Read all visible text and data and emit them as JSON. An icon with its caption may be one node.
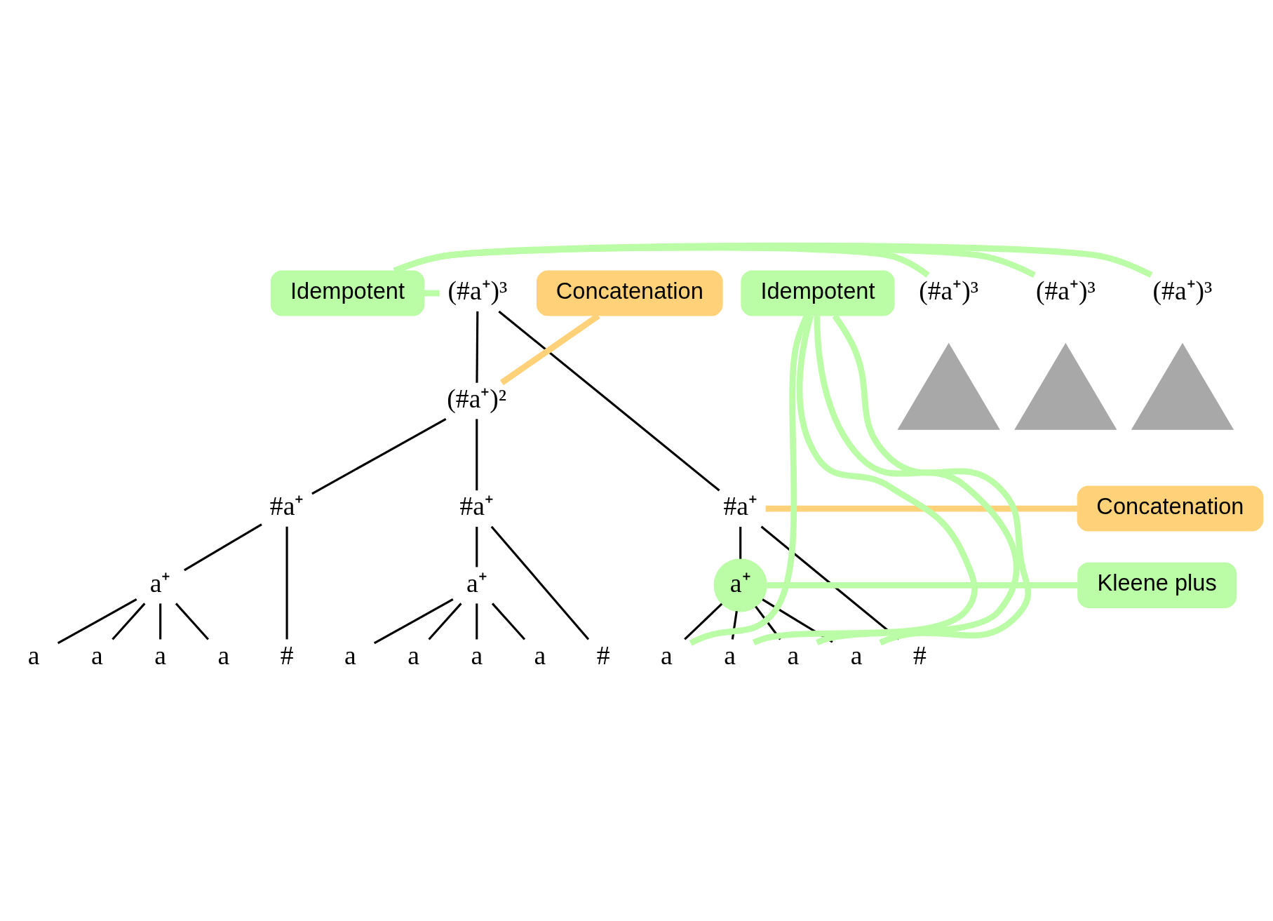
{
  "diagram": {
    "nodes": [
      {
        "text": [
          "Idempotent"
        ]
      },
      {
        "text": [
          "(#a⁺)³"
        ]
      },
      {
        "text": [
          "(#a⁺)³"
        ]
      },
      {
        "text": [
          "(#a⁺)³"
        ]
      },
      {
        "text": [
          "(#a⁺)³"
        ]
      },
      {
        "text": [
          "Concatenation"
        ]
      },
      {
        "text": [
          "(#a⁺)²"
        ]
      },
      {
        "text": [],
        "shape": "triangle"
      },
      {
        "text": [],
        "shape": "triangle"
      },
      {
        "text": [],
        "shape": "triangle"
      },
      {
        "text": [
          "Concatenation"
        ]
      },
      {
        "text": [
          "#a⁺"
        ]
      },
      {
        "text": [
          "#a⁺"
        ]
      },
      {
        "text": [
          "#a⁺"
        ]
      },
      {
        "text": [
          "Kleene plus"
        ]
      },
      {
        "text": [
          "a⁺"
        ]
      },
      {
        "text": [
          "a⁺"
        ]
      },
      {
        "text": [
          "a⁺"
        ]
      },
      {
        "text": [
          "Idempotent"
        ]
      },
      {
        "text": [
          "#"
        ]
      },
      {
        "text": [
          "a"
        ]
      },
      {
        "text": [
          "a"
        ]
      },
      {
        "text": [
          "a"
        ]
      },
      {
        "text": [
          "a"
        ]
      },
      {
        "text": [
          "#"
        ]
      },
      {
        "text": [
          "a"
        ]
      },
      {
        "text": [
          "a"
        ]
      },
      {
        "text": [
          "a"
        ]
      },
      {
        "text": [
          "a"
        ]
      },
      {
        "text": [
          "#"
        ]
      },
      {
        "text": [
          "a"
        ]
      },
      {
        "text": [
          "a"
        ]
      },
      {
        "text": [
          "a"
        ]
      },
      {
        "text": [
          "a"
        ]
      }
    ],
    "edges": [
      {
        "from": 1,
        "to": 6,
        "arrow": "none"
      },
      {
        "from": 1,
        "to": 13,
        "arrow": "none"
      },
      {
        "from": 6,
        "to": 11,
        "arrow": "none"
      },
      {
        "from": 6,
        "to": 12,
        "arrow": "none"
      },
      {
        "from": 11,
        "to": 19,
        "arrow": "none"
      },
      {
        "from": 11,
        "to": 15,
        "arrow": "none"
      },
      {
        "from": 15,
        "to": 20,
        "arrow": "none"
      },
      {
        "from": 15,
        "to": 21,
        "arrow": "none"
      },
      {
        "from": 15,
        "to": 22,
        "arrow": "none"
      },
      {
        "from": 15,
        "to": 23,
        "arrow": "none"
      },
      {
        "from": 12,
        "to": 24,
        "arrow": "none"
      },
      {
        "from": 12,
        "to": 16,
        "arrow": "none"
      },
      {
        "from": 16,
        "to": 25,
        "arrow": "none"
      },
      {
        "from": 16,
        "to": 26,
        "arrow": "none"
      },
      {
        "from": 16,
        "to": 27,
        "arrow": "none"
      },
      {
        "from": 16,
        "to": 28,
        "arrow": "none"
      },
      {
        "from": 13,
        "to": 29,
        "arrow": "none"
      },
      {
        "from": 13,
        "to": 17,
        "arrow": "none"
      },
      {
        "from": 17,
        "to": 30,
        "arrow": "none"
      },
      {
        "from": 17,
        "to": 31,
        "arrow": "none"
      },
      {
        "from": 17,
        "to": 32,
        "arrow": "none"
      },
      {
        "from": 17,
        "to": 33,
        "arrow": "none"
      },
      {
        "from": 0,
        "to": 1,
        "arrow": "none",
        "style": "thick",
        "color": "#bbfca6"
      },
      {
        "from": 0,
        "to": 2,
        "arrow": "none",
        "style": "thick",
        "color": "#bbfca6"
      },
      {
        "from": 0,
        "to": 3,
        "arrow": "none",
        "style": "thick",
        "color": "#bbfca6"
      },
      {
        "from": 0,
        "to": 4,
        "arrow": "none",
        "style": "thick",
        "color": "#bbfca6"
      },
      {
        "from": 5,
        "to": 6,
        "arrow": "none",
        "style": "thick",
        "color": "#ffd27a"
      },
      {
        "from": 10,
        "to": 13,
        "arrow": "none",
        "style": "thick",
        "color": "#ffd27a"
      },
      {
        "from": 14,
        "to": 17,
        "arrow": "none",
        "style": "thick",
        "color": "#bbfca6"
      },
      {
        "from": 18,
        "to": 30,
        "arrow": "none",
        "style": "thick",
        "color": "#bbfca6"
      },
      {
        "from": 18,
        "to": 31,
        "arrow": "none",
        "style": "thick",
        "color": "#bbfca6"
      },
      {
        "from": 18,
        "to": 32,
        "arrow": "none",
        "style": "thick",
        "color": "#bbfca6"
      },
      {
        "from": 18,
        "to": 33,
        "arrow": "none",
        "style": "thick",
        "color": "#bbfca6"
      }
    ]
  }
}
